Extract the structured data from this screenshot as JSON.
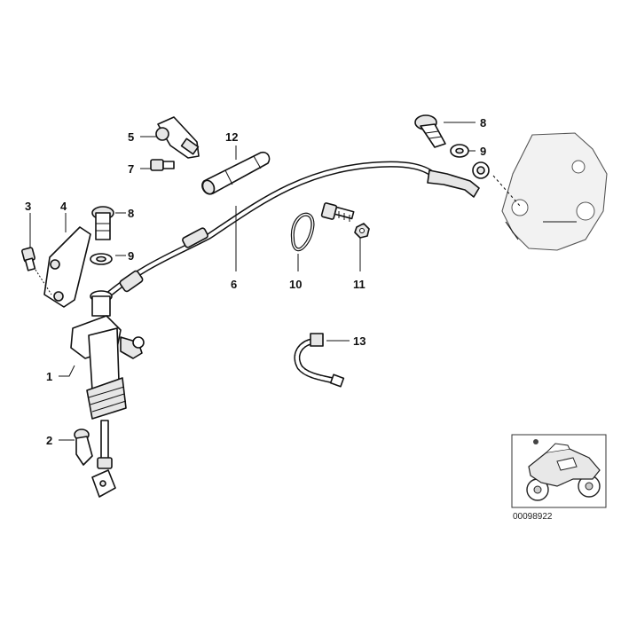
{
  "callouts": [
    {
      "id": "1",
      "label": "1"
    },
    {
      "id": "2",
      "label": "2"
    },
    {
      "id": "3",
      "label": "3"
    },
    {
      "id": "4",
      "label": "4"
    },
    {
      "id": "5",
      "label": "5"
    },
    {
      "id": "6",
      "label": "6"
    },
    {
      "id": "7",
      "label": "7"
    },
    {
      "id": "8a",
      "label": "8"
    },
    {
      "id": "8b",
      "label": "8"
    },
    {
      "id": "9a",
      "label": "9"
    },
    {
      "id": "9b",
      "label": "9"
    },
    {
      "id": "10",
      "label": "10"
    },
    {
      "id": "11",
      "label": "11"
    },
    {
      "id": "12",
      "label": "12"
    },
    {
      "id": "13",
      "label": "13"
    }
  ],
  "reference_number": "00098922",
  "icons": {
    "thumbnail": "motorcycle-icon"
  }
}
